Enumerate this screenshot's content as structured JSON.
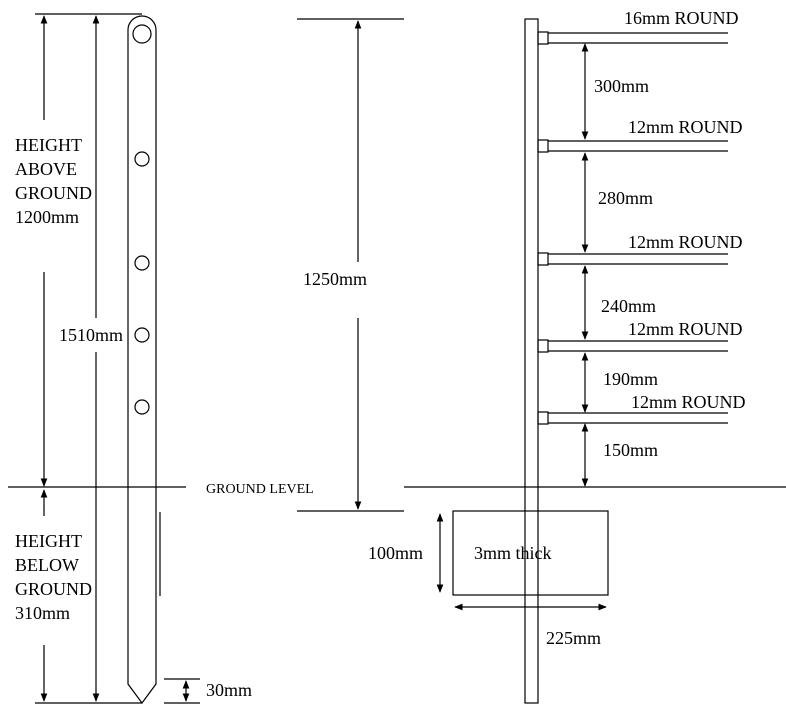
{
  "left_post": {
    "height_above_ground": [
      "HEIGHT",
      "ABOVE",
      "GROUND",
      "1200mm"
    ],
    "total_height": "1510mm",
    "height_below_ground": [
      "HEIGHT",
      "BELOW",
      "GROUND",
      "310mm"
    ],
    "tip_length": "30mm"
  },
  "ground_label": "GROUND LEVEL",
  "right_post": {
    "overall_height": "1250mm",
    "wires": [
      {
        "label": "16mm ROUND"
      },
      {
        "label": "12mm ROUND"
      },
      {
        "label": "12mm ROUND"
      },
      {
        "label": "12mm ROUND"
      },
      {
        "label": "12mm ROUND"
      }
    ],
    "spacings": [
      "300mm",
      "280mm",
      "240mm",
      "190mm",
      "150mm"
    ],
    "base_plate": {
      "thickness_label": "3mm thick",
      "height": "100mm",
      "width": "225mm"
    }
  }
}
